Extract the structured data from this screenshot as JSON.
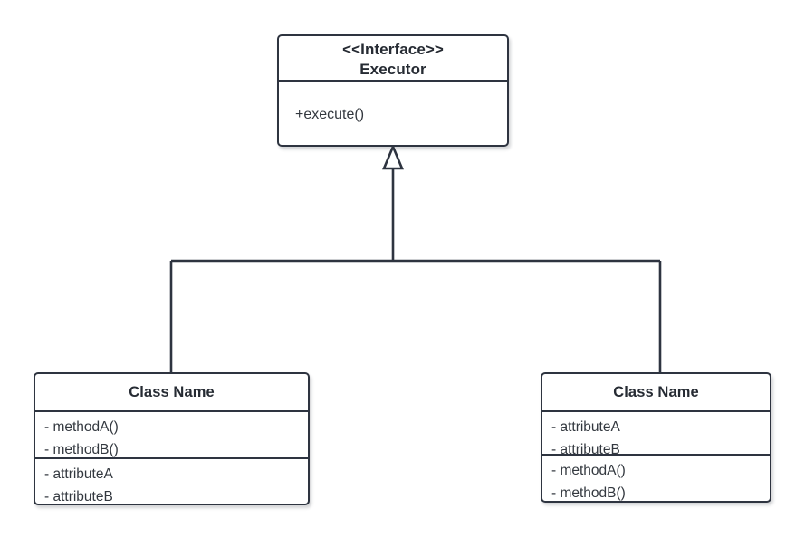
{
  "diagram": {
    "type": "uml-class-diagram",
    "background_color": "#ffffff",
    "stroke_color": "#2E3440",
    "text_color": "#33383f"
  },
  "interface_box": {
    "stereotype": "<<Interface>>",
    "name": "Executor",
    "members": [
      {
        "text": "+execute()"
      }
    ]
  },
  "left_class_box": {
    "name": "Class Name",
    "compartment_one": [
      {
        "text": "- methodA()"
      },
      {
        "text": "- methodB()"
      }
    ],
    "compartment_two": [
      {
        "text": "- attributeA"
      },
      {
        "text": "- attributeB"
      }
    ]
  },
  "right_class_box": {
    "name": "Class Name",
    "compartment_one": [
      {
        "text": "- attributeA"
      },
      {
        "text": "- attributeB"
      }
    ],
    "compartment_two": [
      {
        "text": "- methodA()"
      },
      {
        "text": "- methodB()"
      }
    ]
  },
  "relationship": {
    "kind": "generalization",
    "arrowhead": "hollow-triangle",
    "label": ""
  }
}
